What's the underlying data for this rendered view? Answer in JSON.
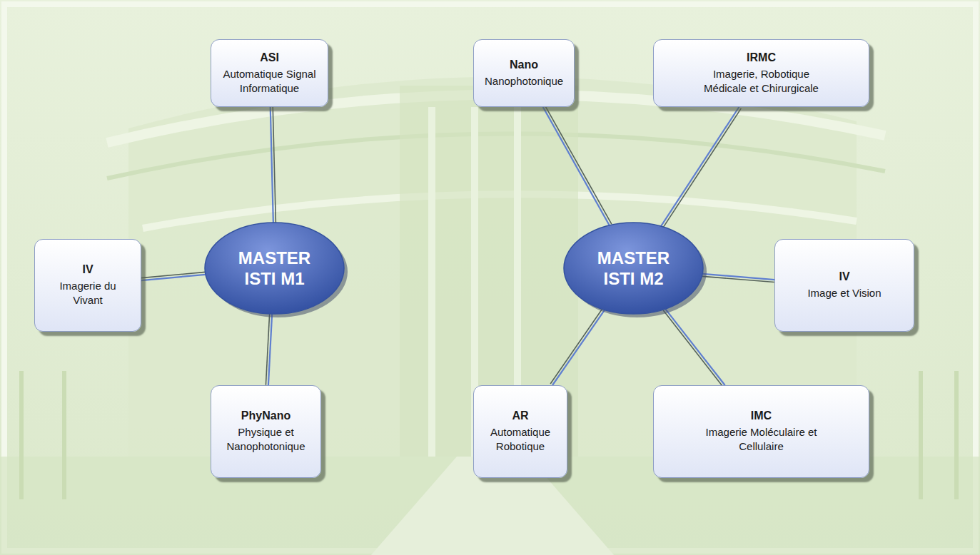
{
  "diagram": {
    "nodes": [
      {
        "text": [
          "ASI",
          "Automatique Signal Informatique"
        ]
      },
      {
        "text": [
          "Nano",
          "Nanophotonique"
        ]
      },
      {
        "text": [
          "IRMC",
          "Imagerie, Robotique Médicale et Chirurgicale"
        ]
      },
      {
        "text": [
          "IV",
          "Imagerie du Vivant"
        ]
      },
      {
        "text": [
          "MASTER ISTI M1"
        ]
      },
      {
        "text": [
          "MASTER ISTI M2"
        ]
      },
      {
        "text": [
          "IV",
          "Image et Vision"
        ]
      },
      {
        "text": [
          "PhyNano",
          "Physique et Nanophotonique"
        ]
      },
      {
        "text": [
          "AR",
          "Automatique Robotique"
        ]
      },
      {
        "text": [
          "IMC",
          "Imagerie Moléculaire et Cellulaire"
        ]
      }
    ],
    "edges": [
      {
        "from": 4,
        "to": 0,
        "arrow": "none"
      },
      {
        "from": 4,
        "to": 3,
        "arrow": "none"
      },
      {
        "from": 4,
        "to": 7,
        "arrow": "none"
      },
      {
        "from": 5,
        "to": 1,
        "arrow": "none"
      },
      {
        "from": 5,
        "to": 2,
        "arrow": "none"
      },
      {
        "from": 5,
        "to": 6,
        "arrow": "none"
      },
      {
        "from": 5,
        "to": 8,
        "arrow": "none"
      },
      {
        "from": 5,
        "to": 9,
        "arrow": "none"
      }
    ]
  }
}
